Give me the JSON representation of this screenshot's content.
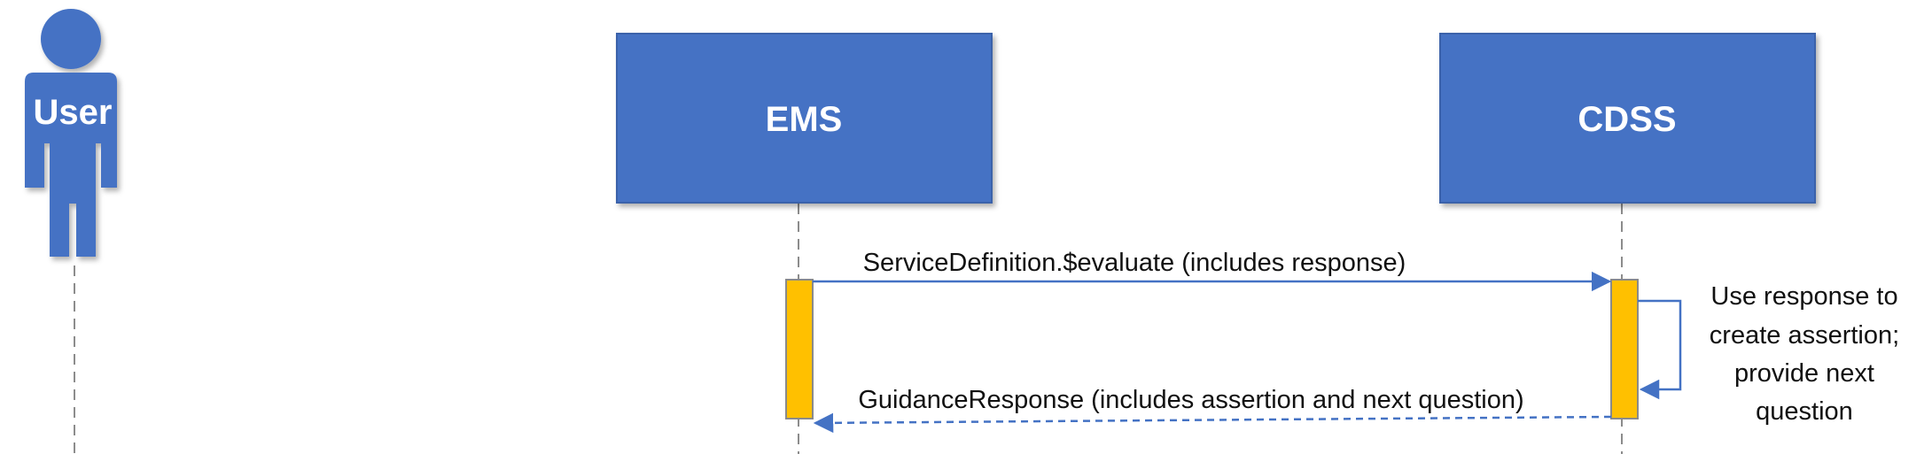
{
  "actor": {
    "label": "User"
  },
  "participants": [
    {
      "id": "ems",
      "label": "EMS"
    },
    {
      "id": "cdss",
      "label": "CDSS"
    }
  ],
  "messages": [
    {
      "from": "EMS",
      "to": "CDSS",
      "label": "ServiceDefinition.$evaluate (includes response)",
      "style": "solid"
    },
    {
      "from": "CDSS",
      "to": "EMS",
      "label": "GuidanceResponse (includes assertion and next question)",
      "style": "dashed"
    }
  ],
  "self_note": {
    "participant": "CDSS",
    "lines": [
      "Use response to",
      "create assertion;",
      "provide next",
      "question"
    ]
  },
  "colors": {
    "box_fill": "#4472C4",
    "box_border": "#3A62AA",
    "activation_fill": "#FFC000",
    "activation_border": "#8A8A8A",
    "arrow": "#4472C4",
    "lifeline": "#8C8C8C"
  }
}
